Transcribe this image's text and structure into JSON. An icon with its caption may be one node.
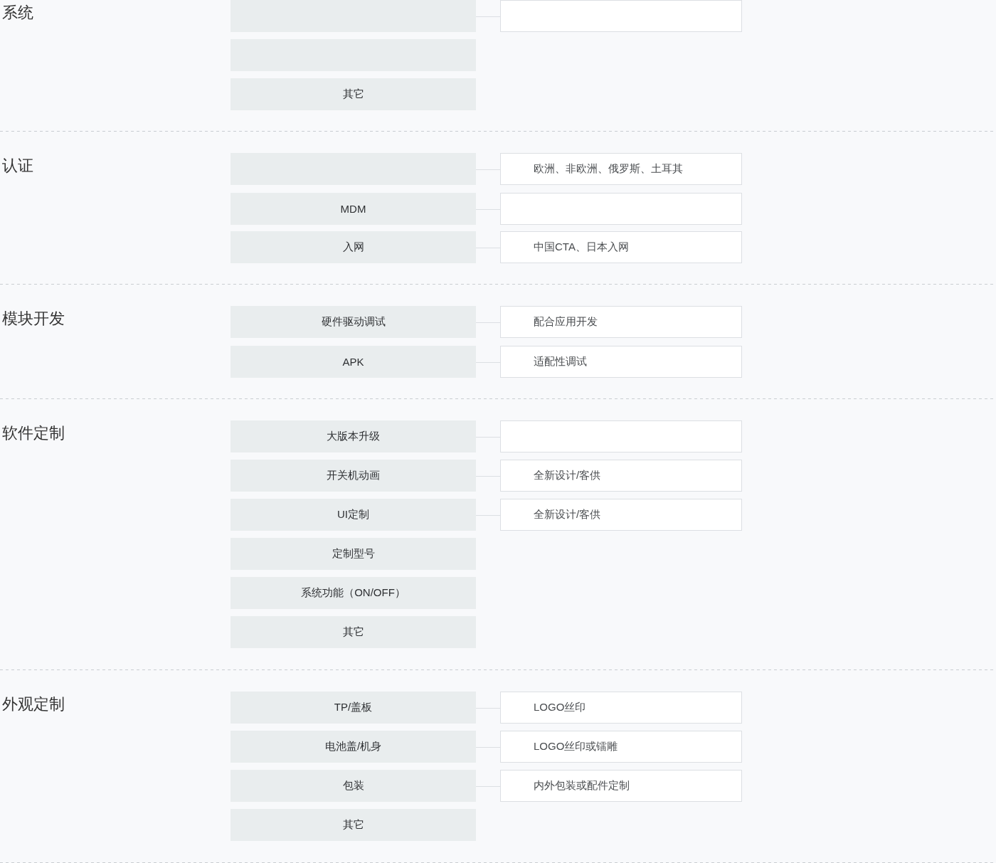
{
  "diagram": {
    "nodes": [
      {
        "text": [],
        "shape": "box"
      },
      {
        "text": [],
        "shape": "box"
      },
      {
        "text": [],
        "shape": "box"
      },
      {
        "text": [
          "其它"
        ]
      },
      {
        "text": [],
        "shape": "box"
      },
      {
        "text": [
          "欧洲、非欧洲、俄罗斯、土耳其"
        ]
      },
      {
        "text": [
          "MDM"
        ]
      },
      {
        "text": [],
        "shape": "box"
      },
      {
        "text": [
          "入网"
        ]
      },
      {
        "text": [
          "中国CTA、日本入网"
        ]
      },
      {
        "text": [
          "硬件驱动调试"
        ]
      },
      {
        "text": [
          "配合应用开发"
        ]
      },
      {
        "text": [
          "APK"
        ]
      },
      {
        "text": [
          "适配性调试"
        ]
      },
      {
        "text": [
          "大版本升级"
        ]
      },
      {
        "text": [],
        "shape": "box"
      },
      {
        "text": [
          "开关机动画"
        ]
      },
      {
        "text": [
          "全新设计/客供"
        ]
      },
      {
        "text": [
          "UI定制"
        ]
      },
      {
        "text": [
          "全新设计/客供"
        ]
      },
      {
        "text": [
          "定制型号"
        ]
      },
      {
        "text": [
          "系统功能（ON/OFF）"
        ]
      },
      {
        "text": [
          "其它"
        ]
      },
      {
        "text": [
          "TP/盖板"
        ]
      },
      {
        "text": [
          "LOGO丝印"
        ]
      },
      {
        "text": [
          "电池盖/机身"
        ]
      },
      {
        "text": [
          "LOGO丝印或镭雕"
        ]
      },
      {
        "text": [
          "包装"
        ]
      },
      {
        "text": [
          "内外包装或配件定制"
        ]
      },
      {
        "text": [
          "其它"
        ]
      }
    ],
    "edges": [
      {
        "from": 0,
        "to": 1,
        "arrow": "none"
      },
      {
        "from": 4,
        "to": 5,
        "arrow": "none"
      },
      {
        "from": 6,
        "to": 7,
        "arrow": "none"
      },
      {
        "from": 8,
        "to": 9,
        "arrow": "none"
      },
      {
        "from": 10,
        "to": 11,
        "arrow": "none"
      },
      {
        "from": 12,
        "to": 13,
        "arrow": "none"
      },
      {
        "from": 14,
        "to": 15,
        "arrow": "none"
      },
      {
        "from": 16,
        "to": 17,
        "arrow": "none"
      },
      {
        "from": 18,
        "to": 19,
        "arrow": "none"
      },
      {
        "from": 23,
        "to": 24,
        "arrow": "none"
      },
      {
        "from": 25,
        "to": 26,
        "arrow": "none"
      },
      {
        "from": 27,
        "to": 28,
        "arrow": "none"
      }
    ],
    "labels": [
      "系统",
      "认证",
      "模块开发",
      "软件定制",
      "外观定制"
    ]
  }
}
